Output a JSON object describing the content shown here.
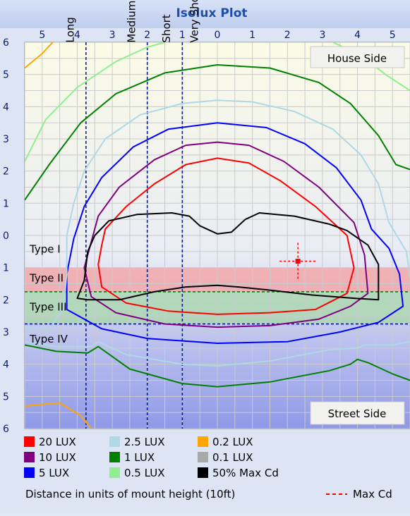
{
  "title": "Isolux Plot",
  "top_ticks": [
    "5",
    "4",
    "3",
    "2",
    "1",
    "0",
    "1",
    "2",
    "3",
    "4",
    "5"
  ],
  "left_ticks": [
    "6",
    "5",
    "4",
    "3",
    "2",
    "1",
    "0",
    "1",
    "2",
    "3",
    "4",
    "5",
    "6"
  ],
  "corner_labels": {
    "house": "House Side",
    "street": "Street Side"
  },
  "type_labels": [
    "Type I",
    "Type II",
    "Type III",
    "Type IV"
  ],
  "distance_labels": [
    "Long",
    "Medium",
    "Short",
    "Very Short"
  ],
  "legend": {
    "items": [
      {
        "label": "20 LUX",
        "color": "#ff0000"
      },
      {
        "label": "10 LUX",
        "color": "#800080"
      },
      {
        "label": "5 LUX",
        "color": "#0000ff"
      },
      {
        "label": "2.5 LUX",
        "color": "#add8e6"
      },
      {
        "label": "1 LUX",
        "color": "#008000"
      },
      {
        "label": "0.5 LUX",
        "color": "#90ee90"
      },
      {
        "label": "0.2 LUX",
        "color": "#ffa500"
      },
      {
        "label": "0.1 LUX",
        "color": "#a9a9a9"
      },
      {
        "label": "50% Max Cd",
        "color": "#000000"
      }
    ],
    "footer": "Distance in units of mount height (10ft)",
    "max_cd": "Max Cd"
  },
  "chart_data": {
    "type": "line",
    "title": "Isolux Plot",
    "xlabel": "Distance in units of mount height (10ft)",
    "ylabel": "",
    "x_range": [
      -5.5,
      5.5
    ],
    "y_range": [
      -6,
      6
    ],
    "grid": true,
    "legend_placement": "bottom",
    "bands": [
      {
        "label": "Type II",
        "y": [
          -1,
          -1.75
        ],
        "color": "#f5a0a0"
      },
      {
        "label": "Type III",
        "y": [
          -1.75,
          -2.75
        ],
        "color": "#a8d8a8"
      }
    ],
    "reference_lines": {
      "vertical": [
        {
          "label": "Long",
          "x": -3.75
        },
        {
          "label": "Medium",
          "x": -2
        },
        {
          "label": "Short",
          "x": -1
        },
        {
          "label": "Very Short",
          "x": -1
        }
      ],
      "horizontal": [
        {
          "label": "Type II",
          "y": -1.75,
          "color": "#008000"
        },
        {
          "label": "Type III",
          "y": -2.75,
          "color": "#0000ff"
        }
      ]
    },
    "max_cd_point": {
      "x": 2.3,
      "y": -0.8
    },
    "series": [
      {
        "name": "20 LUX",
        "color": "#ff0000",
        "closed": true,
        "points": [
          [
            -3.3,
            -0.3
          ],
          [
            -3.2,
            0.2
          ],
          [
            -2.6,
            0.9
          ],
          [
            -1.8,
            1.6
          ],
          [
            -0.9,
            2.2
          ],
          [
            0,
            2.4
          ],
          [
            0.9,
            2.25
          ],
          [
            1.8,
            1.7
          ],
          [
            2.8,
            0.9
          ],
          [
            3.7,
            0
          ],
          [
            3.9,
            -1
          ],
          [
            3.7,
            -1.8
          ],
          [
            2.8,
            -2.3
          ],
          [
            1.5,
            -2.4
          ],
          [
            0,
            -2.45
          ],
          [
            -1.4,
            -2.35
          ],
          [
            -2.6,
            -2.1
          ],
          [
            -3.3,
            -1.6
          ],
          [
            -3.4,
            -0.9
          ]
        ]
      },
      {
        "name": "10 LUX",
        "color": "#800080",
        "closed": true,
        "points": [
          [
            -3.6,
            -0.2
          ],
          [
            -3.4,
            0.6
          ],
          [
            -2.8,
            1.5
          ],
          [
            -1.8,
            2.35
          ],
          [
            -0.9,
            2.8
          ],
          [
            0,
            2.9
          ],
          [
            0.9,
            2.8
          ],
          [
            1.9,
            2.3
          ],
          [
            2.9,
            1.5
          ],
          [
            3.9,
            0.4
          ],
          [
            4.2,
            -0.6
          ],
          [
            4.3,
            -1.8
          ],
          [
            3.8,
            -2.2
          ],
          [
            2.9,
            -2.6
          ],
          [
            1.5,
            -2.8
          ],
          [
            0,
            -2.85
          ],
          [
            -1.5,
            -2.75
          ],
          [
            -2.9,
            -2.4
          ],
          [
            -3.6,
            -1.9
          ],
          [
            -3.8,
            -1
          ]
        ]
      },
      {
        "name": "5 LUX",
        "color": "#0000ff",
        "closed": true,
        "points": [
          [
            -4.1,
            -0.1
          ],
          [
            -3.8,
            0.9
          ],
          [
            -3.3,
            1.8
          ],
          [
            -2.4,
            2.75
          ],
          [
            -1.4,
            3.3
          ],
          [
            0,
            3.5
          ],
          [
            1.4,
            3.35
          ],
          [
            2.5,
            2.85
          ],
          [
            3.4,
            2.1
          ],
          [
            4.1,
            1.1
          ],
          [
            4.4,
            0.2
          ],
          [
            4.9,
            -0.4
          ],
          [
            5.2,
            -1.2
          ],
          [
            5.3,
            -2.2
          ],
          [
            4.6,
            -2.7
          ],
          [
            3.5,
            -3
          ],
          [
            2,
            -3.3
          ],
          [
            0,
            -3.35
          ],
          [
            -2,
            -3.2
          ],
          [
            -3.3,
            -2.9
          ],
          [
            -4.3,
            -2.3
          ],
          [
            -4.3,
            -1.2
          ]
        ]
      },
      {
        "name": "2.5 LUX",
        "color": "#add8e6",
        "closed": false,
        "points": [
          [
            -5.5,
            -2.9
          ],
          [
            -4.8,
            -2.9
          ],
          [
            -4.4,
            -2.3
          ],
          [
            -4.3,
            -1.2
          ],
          [
            -4.3,
            0
          ],
          [
            -4.1,
            1
          ],
          [
            -3.8,
            2
          ],
          [
            -3.2,
            3
          ],
          [
            -2.2,
            3.75
          ],
          [
            -1,
            4.1
          ],
          [
            0,
            4.2
          ],
          [
            1,
            4.15
          ],
          [
            2.2,
            3.85
          ],
          [
            3.3,
            3.3
          ],
          [
            4.1,
            2.5
          ],
          [
            4.6,
            1.6
          ],
          [
            4.9,
            0.4
          ],
          [
            5.4,
            -0.5
          ],
          [
            5.5,
            -1.3
          ]
        ]
      },
      {
        "name": "2.5 LUX (street)",
        "color": "#add8e6",
        "closed": false,
        "points": [
          [
            -5.5,
            -3.3
          ],
          [
            -4.6,
            -3.45
          ],
          [
            -3.6,
            -3.45
          ],
          [
            -3.4,
            -3.3
          ],
          [
            -2.6,
            -3.7
          ],
          [
            -1,
            -4
          ],
          [
            0,
            -4.05
          ],
          [
            1.5,
            -3.9
          ],
          [
            3.2,
            -3.55
          ],
          [
            4,
            -3.5
          ],
          [
            4.2,
            -3.4
          ],
          [
            5,
            -3.4
          ],
          [
            5.5,
            -3.3
          ]
        ]
      },
      {
        "name": "1 LUX",
        "color": "#008000",
        "closed": false,
        "points": [
          [
            -5.5,
            1.1
          ],
          [
            -4.8,
            2.2
          ],
          [
            -3.9,
            3.5
          ],
          [
            -2.9,
            4.4
          ],
          [
            -1.5,
            5.05
          ],
          [
            0,
            5.3
          ],
          [
            1.5,
            5.2
          ],
          [
            2.9,
            4.75
          ],
          [
            3.8,
            4.1
          ],
          [
            4.6,
            3.1
          ],
          [
            5.1,
            2.2
          ],
          [
            5.5,
            2.05
          ]
        ]
      },
      {
        "name": "1 LUX (street)",
        "color": "#008000",
        "closed": false,
        "points": [
          [
            -5.5,
            -3.4
          ],
          [
            -4.6,
            -3.6
          ],
          [
            -3.7,
            -3.65
          ],
          [
            -3.4,
            -3.45
          ],
          [
            -2.5,
            -4.15
          ],
          [
            -1,
            -4.6
          ],
          [
            0,
            -4.7
          ],
          [
            1.5,
            -4.55
          ],
          [
            3.2,
            -4.2
          ],
          [
            3.8,
            -4
          ],
          [
            4,
            -3.85
          ],
          [
            4.3,
            -3.95
          ],
          [
            5,
            -4.3
          ],
          [
            5.5,
            -4.5
          ]
        ]
      },
      {
        "name": "0.5 LUX",
        "color": "#90ee90",
        "closed": false,
        "points": [
          [
            -5.5,
            2.3
          ],
          [
            -4.9,
            3.6
          ],
          [
            -4,
            4.6
          ],
          [
            -2.9,
            5.4
          ],
          [
            -2,
            5.85
          ],
          [
            -1.5,
            6
          ]
        ]
      },
      {
        "name": "0.5 LUX (right)",
        "color": "#90ee90",
        "closed": false,
        "points": [
          [
            3.3,
            6
          ],
          [
            4.1,
            5.6
          ],
          [
            4.8,
            5
          ],
          [
            5.5,
            4.5
          ]
        ]
      },
      {
        "name": "0.2 LUX",
        "color": "#ffa500",
        "closed": false,
        "points": [
          [
            -5.5,
            5.2
          ],
          [
            -5,
            5.65
          ],
          [
            -4.7,
            6
          ]
        ]
      },
      {
        "name": "0.2 LUX (street)",
        "color": "#ffa500",
        "closed": false,
        "points": [
          [
            -5.5,
            -5.3
          ],
          [
            -4.5,
            -5.2
          ],
          [
            -3.9,
            -5.6
          ],
          [
            -3.6,
            -6
          ]
        ]
      },
      {
        "name": "50% Max Cd",
        "color": "#000000",
        "closed": true,
        "points": [
          [
            -3.7,
            -0.5
          ],
          [
            -3.5,
            0
          ],
          [
            -3.1,
            0.45
          ],
          [
            -2.3,
            0.65
          ],
          [
            -1.3,
            0.7
          ],
          [
            -0.8,
            0.6
          ],
          [
            -0.5,
            0.3
          ],
          [
            0,
            0.05
          ],
          [
            0.4,
            0.1
          ],
          [
            0.8,
            0.5
          ],
          [
            1.2,
            0.7
          ],
          [
            2.2,
            0.6
          ],
          [
            3.2,
            0.35
          ],
          [
            3.7,
            0.15
          ],
          [
            4.3,
            -0.3
          ],
          [
            4.6,
            -0.9
          ],
          [
            4.6,
            -1.7
          ],
          [
            4.6,
            -2
          ],
          [
            3.9,
            -1.95
          ],
          [
            2.7,
            -1.85
          ],
          [
            1.5,
            -1.7
          ],
          [
            0.6,
            -1.6
          ],
          [
            0,
            -1.55
          ],
          [
            -0.9,
            -1.6
          ],
          [
            -1.8,
            -1.75
          ],
          [
            -2.8,
            -2
          ],
          [
            -3.7,
            -2
          ],
          [
            -4,
            -1.95
          ],
          [
            -3.8,
            -1.4
          ]
        ]
      }
    ]
  }
}
